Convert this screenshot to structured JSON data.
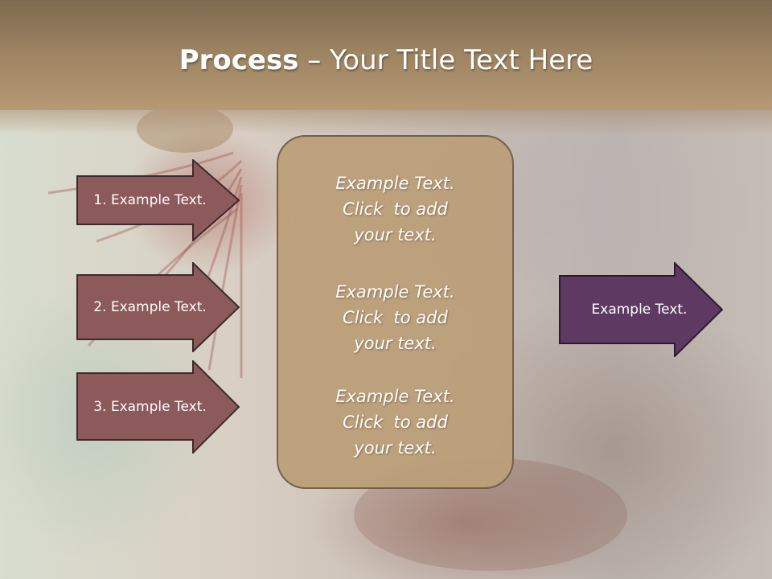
{
  "slide": {
    "title_bold": "Process",
    "title_rest": " – Your Title Text Here"
  },
  "left_arrows": [
    {
      "label": "1. Example Text."
    },
    {
      "label": "2. Example Text."
    },
    {
      "label": "3. Example Text."
    }
  ],
  "center_box": {
    "blocks": [
      {
        "lines": [
          "Example Text.",
          "Click  to add",
          "your text."
        ]
      },
      {
        "lines": [
          "Example Text.",
          "Click  to add",
          "your text."
        ]
      },
      {
        "lines": [
          "Example Text.",
          "Click  to add",
          "your text."
        ]
      }
    ]
  },
  "right_arrow": {
    "label": "Example Text."
  },
  "colors": {
    "left_arrow_fill": "#8c5a5a",
    "right_arrow_fill": "#5e3a63",
    "center_box_fill": "#bc9f79",
    "title_bar": "#9b8261",
    "title_text": "#ffffff"
  }
}
